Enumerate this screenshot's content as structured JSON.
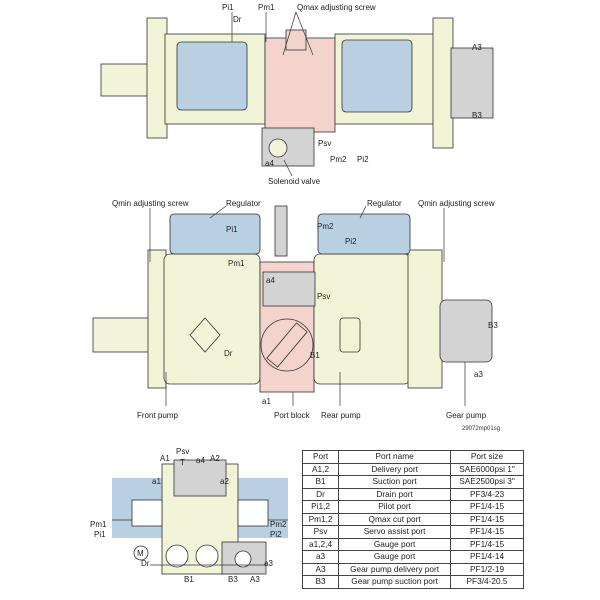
{
  "top_view": {
    "labels": {
      "pi1": "Pi1",
      "pm1": "Pm1",
      "qmax": "Qmax adjusting screw",
      "dr": "Dr",
      "a3": "A3",
      "b3": "B3",
      "psv": "Psv",
      "a4": "a4",
      "pm2": "Pm2",
      "pi2": "Pi2",
      "solenoid": "Solenoid valve"
    }
  },
  "side_view": {
    "labels": {
      "qmin_left": "Qmin adjusting screw",
      "regulator_left": "Regulator",
      "regulator_right": "Regulator",
      "qmin_right": "Qmin adjusting screw",
      "pi1": "Pi1",
      "pm1": "Pm1",
      "pm2": "Pm2",
      "pi2": "Pi2",
      "a4": "a4",
      "psv": "Psv",
      "dr": "Dr",
      "b1": "B1",
      "b3": "B3",
      "a3": "a3",
      "a1": "a1",
      "front_pump": "Front pump",
      "port_block": "Port block",
      "rear_pump": "Rear pump",
      "gear_pump": "Gear pump",
      "drawing_no": "29072mp01sg"
    }
  },
  "hydraulic_circuit": {
    "labels": {
      "psv": "Psv",
      "a1_up": "A1",
      "t": "T",
      "a4": "a4",
      "a2_up": "A2",
      "a1_low": "a1",
      "a2_low": "a2",
      "pm1": "Pm1",
      "pi1": "Pi1",
      "pm2": "Pm2",
      "pi2": "Pi2",
      "m": "M",
      "dr": "Dr",
      "a3": "a3",
      "b1": "B1",
      "b3": "B3",
      "a3_cap": "A3"
    }
  },
  "port_table": {
    "headers": [
      "Port",
      "Port name",
      "Port size"
    ],
    "rows": [
      [
        "A1,2",
        "Delivery port",
        "SAE6000psi 1\""
      ],
      [
        "B1",
        "Suction port",
        "SAE2500psi 3\""
      ],
      [
        "Dr",
        "Drain port",
        "PF3/4-23"
      ],
      [
        "Pi1,2",
        "Pilot port",
        "PF1/4-15"
      ],
      [
        "Pm1,2",
        "Qmax cut port",
        "PF1/4-15"
      ],
      [
        "Psv",
        "Servo assist port",
        "PF1/4-15"
      ],
      [
        "a1,2,4",
        "Gauge port",
        "PF1/4-15"
      ],
      [
        "a3",
        "Gauge port",
        "PF1/4-14"
      ],
      [
        "A3",
        "Gear pump delivery port",
        "PF1/2-19"
      ],
      [
        "B3",
        "Gear pump suction port",
        "PF3/4-20.5"
      ]
    ]
  },
  "colors": {
    "body": "#f2f4d8",
    "regulator": "#b9cfe2",
    "port_block": "#f3d3cc",
    "gear_pump": "#d3d3d3",
    "line": "#333333"
  }
}
